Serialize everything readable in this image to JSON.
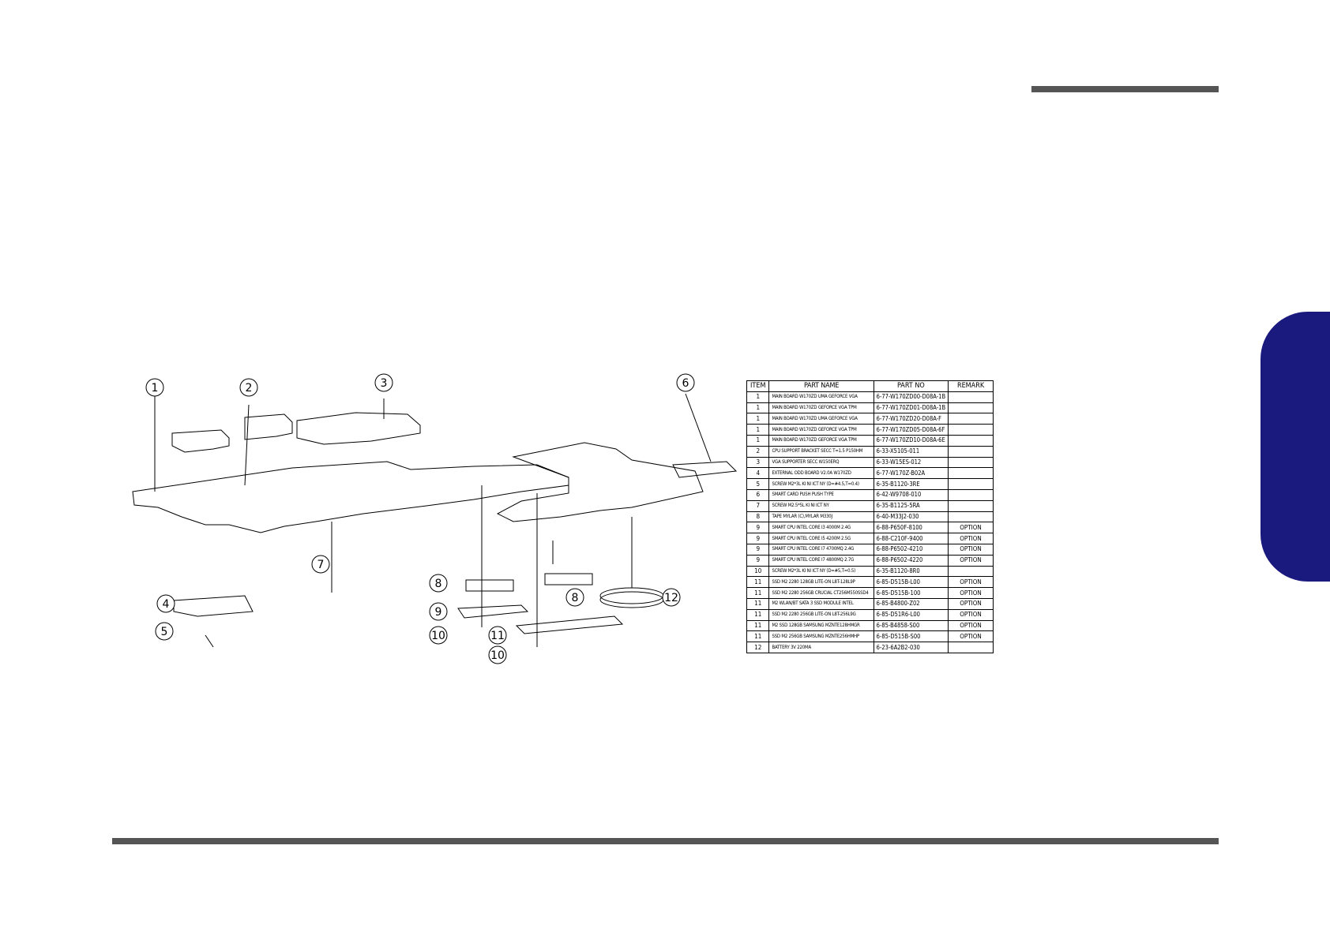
{
  "page": {
    "accent_color": "#1a1a7e",
    "rule_color": "#555555"
  },
  "callouts": [
    "1",
    "2",
    "3",
    "6",
    "4",
    "5",
    "7",
    "8",
    "8",
    "9",
    "10",
    "11",
    "10",
    "12"
  ],
  "parts_table": {
    "headers": {
      "item": "ITEM",
      "name": "PART NAME",
      "no": "PART NO",
      "remark": "REMARK"
    },
    "rows": [
      {
        "item": "1",
        "name": "MAIN BOARD W170ZD UMA GEFORCE VGA",
        "no": "6-77-W170ZD00-D08A-1B",
        "remark": ""
      },
      {
        "item": "1",
        "name": "MAIN BOARD W170ZD GEFORCE VGA TPM",
        "no": "6-77-W170ZD01-D08A-1B",
        "remark": ""
      },
      {
        "item": "1",
        "name": "MAIN BOARD W170ZD UMA GEFORCE VGA",
        "no": "6-77-W170ZD20-D08A-F",
        "remark": ""
      },
      {
        "item": "1",
        "name": "MAIN BOARD W170ZD GEFORCE VGA TPM",
        "no": "6-77-W170ZD05-D08A-6F",
        "remark": ""
      },
      {
        "item": "1",
        "name": "MAIN BOARD W170ZD GEFORCE VGA TPM",
        "no": "6-77-W170ZD10-D08A-6E",
        "remark": ""
      },
      {
        "item": "2",
        "name": "CPU SUPPORT BRACKET SECC T=1.5 P150HM",
        "no": "6-33-X5105-011",
        "remark": ""
      },
      {
        "item": "3",
        "name": "VGA SUPPORTER SECC W150ERQ",
        "no": "6-33-W15ES-012",
        "remark": ""
      },
      {
        "item": "4",
        "name": "EXTERNAL ODD BOARD V2.0A W170ZD",
        "no": "6-77-W170Z-B02A",
        "remark": ""
      },
      {
        "item": "5",
        "name": "SCREW M2*3L KI NI ICT NY (D=#4.5,T=0.4)",
        "no": "6-35-B1120-3RE",
        "remark": ""
      },
      {
        "item": "6",
        "name": "SMART CARD PUSH PUSH TYPE",
        "no": "6-42-W9708-010",
        "remark": ""
      },
      {
        "item": "7",
        "name": "SCREW M2.5*5L KI NI ICT NY",
        "no": "6-35-B1125-5RA",
        "remark": ""
      },
      {
        "item": "8",
        "name": "TAPE MYLAR (C),MYLAR M330J",
        "no": "6-40-M33J2-030",
        "remark": ""
      },
      {
        "item": "9",
        "name": "SMART CPU INTEL CORE I3 4000M 2.4G",
        "no": "6-88-P650F-8100",
        "remark": "OPTION"
      },
      {
        "item": "9",
        "name": "SMART CPU INTEL CORE I5 4200M 2.5G",
        "no": "6-88-C210F-9400",
        "remark": "OPTION"
      },
      {
        "item": "9",
        "name": "SMART CPU INTEL CORE I7 4700MQ 2.4G",
        "no": "6-88-P6502-4210",
        "remark": "OPTION"
      },
      {
        "item": "9",
        "name": "SMART CPU INTEL CORE I7 4800MQ 2.7G",
        "no": "6-88-P6502-4220",
        "remark": "OPTION"
      },
      {
        "item": "10",
        "name": "SCREW M2*3L KI NI ICT NY (D=#5,T=0.5)",
        "no": "6-35-B1120-8R0",
        "remark": ""
      },
      {
        "item": "11",
        "name": "SSD M2 2280 128GB LITE-ON L8T-128L9P",
        "no": "6-85-D515B-L00",
        "remark": "OPTION"
      },
      {
        "item": "11",
        "name": "SSD M2 2280 256GB CRUCIAL CT256M550SSD4",
        "no": "6-85-D515B-100",
        "remark": "OPTION"
      },
      {
        "item": "11",
        "name": "M2 WLAN/BT SATA 3 SSD MODULE INTEL",
        "no": "6-85-B4800-Z02",
        "remark": "OPTION"
      },
      {
        "item": "11",
        "name": "SSD M2 2280 256GB LITE-ON L8T-256L9G",
        "no": "6-85-D51R6-L00",
        "remark": "OPTION"
      },
      {
        "item": "11",
        "name": "M2 SSD 128GB SAMSUNG MZNTE128HMGR",
        "no": "6-85-B4858-S00",
        "remark": "OPTION"
      },
      {
        "item": "11",
        "name": "SSD M2 256GB SAMSUNG MZNTE256HMHP",
        "no": "6-85-D515B-S00",
        "remark": "OPTION"
      },
      {
        "item": "12",
        "name": "BATTERY 3V 220MA",
        "no": "6-23-6A2B2-030",
        "remark": ""
      }
    ]
  }
}
